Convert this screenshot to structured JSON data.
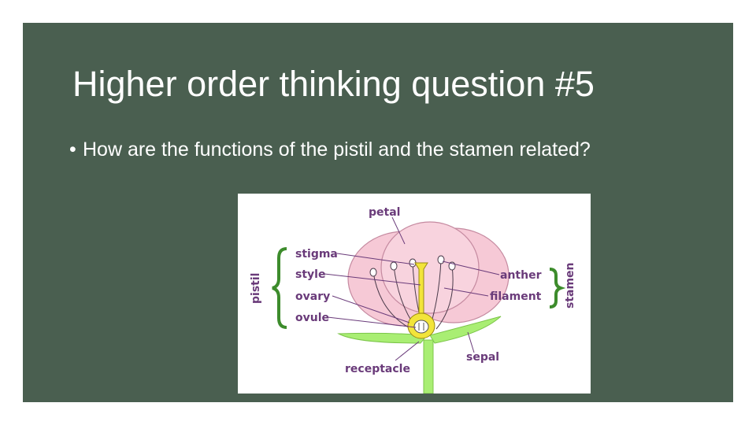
{
  "slide": {
    "title": "Higher order thinking question #5",
    "bullet_marker": "•",
    "bullet_text": "How are the functions of the pistil and the stamen related?"
  },
  "diagram": {
    "labels": {
      "petal": "petal",
      "stigma": "stigma",
      "style": "style",
      "ovary": "ovary",
      "ovule": "ovule",
      "anther": "anther",
      "filament": "filament",
      "sepal": "sepal",
      "receptacle": "receptacle",
      "pistil": "pistil",
      "stamen": "stamen"
    },
    "colors": {
      "petal": "#f6c9d6",
      "stem": "#a9ee73",
      "pistil": "#f2e43a",
      "label": "#6a3b7a",
      "bracket": "#3d8c2c"
    }
  }
}
